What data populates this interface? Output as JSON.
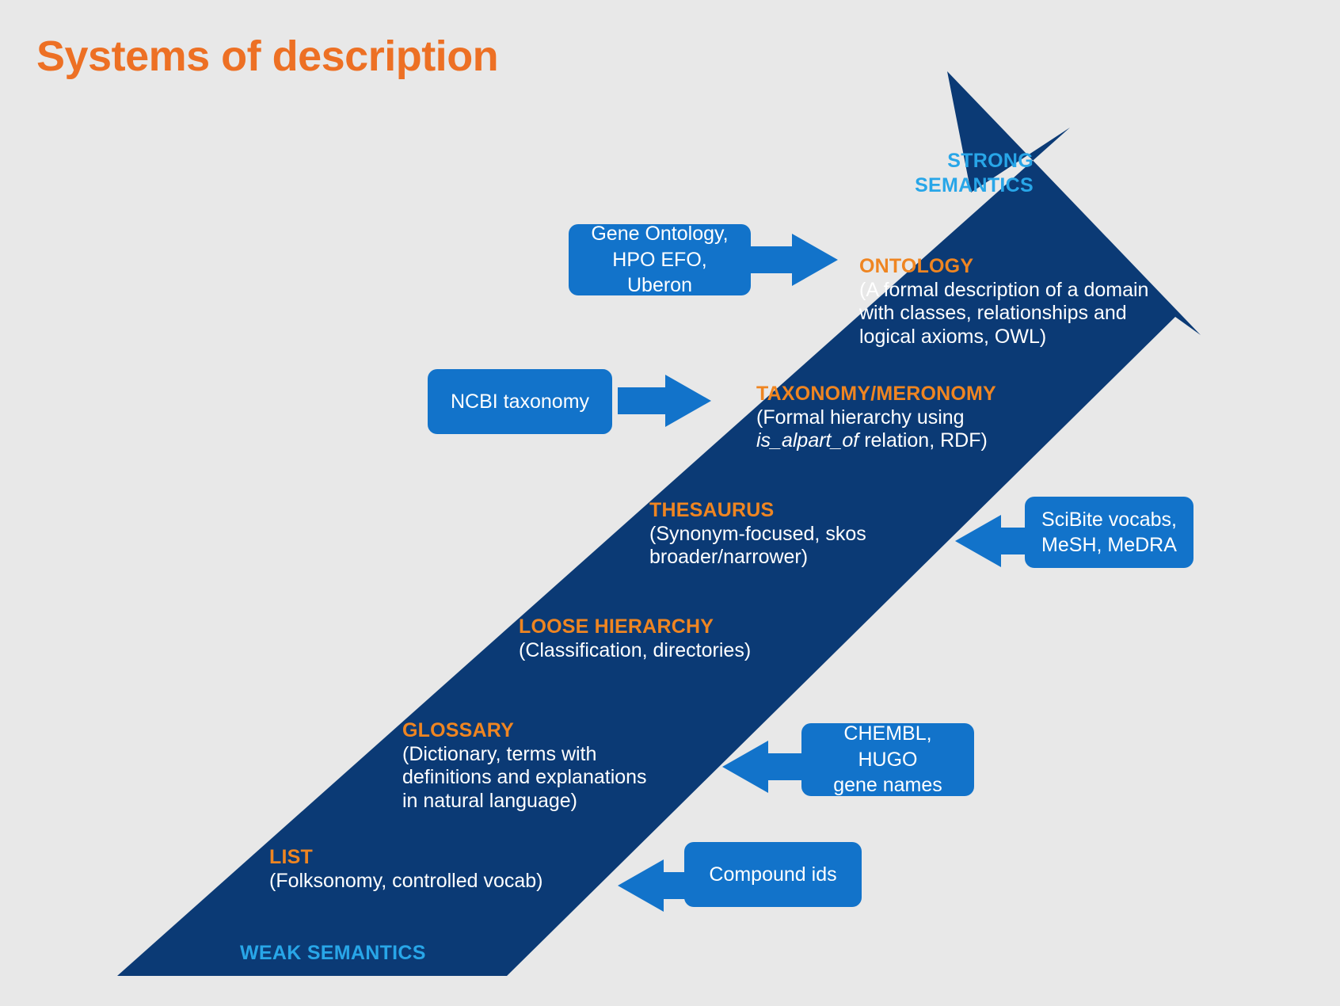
{
  "page": {
    "title": "Systems of description",
    "background_color": "#e8e8e8",
    "title_color": "#ed7024",
    "arrow_color": "#0b3a75",
    "accent_orange": "#ef8521",
    "accent_light_blue": "#28a6e8",
    "callout_blue": "#1273ca"
  },
  "semantics": {
    "strong_line1": "STRONG",
    "strong_line2": "SEMANTICS",
    "weak": "WEAK SEMANTICS"
  },
  "levels": [
    {
      "id": "ontology",
      "term": "ONTOLOGY",
      "desc_line1": "(A formal description of a domain",
      "desc_line2": "with classes, relationships and",
      "desc_line3": "logical axioms, OWL)"
    },
    {
      "id": "taxonomy",
      "term": "TAXONOMY/MERONOMY",
      "desc_line1": "(Formal hierarchy using",
      "desc_italic": "is_alpart_of",
      "desc_line2_rest": " relation, RDF)"
    },
    {
      "id": "thesaurus",
      "term": "THESAURUS",
      "desc_line1": "(Synonym-focused, skos",
      "desc_line2": "broader/narrower)"
    },
    {
      "id": "loose-hierarchy",
      "term": "LOOSE HIERARCHY",
      "desc_line1": "(Classification, directories)"
    },
    {
      "id": "glossary",
      "term": "GLOSSARY",
      "desc_line1": "(Dictionary, terms with",
      "desc_line2": "definitions and explanations",
      "desc_line3": "in natural language)"
    },
    {
      "id": "list",
      "term": "LIST",
      "desc_line1": "(Folksonomy, controlled vocab)"
    }
  ],
  "callouts": [
    {
      "id": "gene-ontology",
      "text": "Gene Ontology,\nHPO EFO, Uberon",
      "direction": "right"
    },
    {
      "id": "ncbi-taxonomy",
      "text": "NCBI taxonomy",
      "direction": "right"
    },
    {
      "id": "scibite-vocabs",
      "text": "SciBite vocabs,\nMeSH, MeDRA",
      "direction": "left"
    },
    {
      "id": "chembl-hugo",
      "text": "CHEMBL, HUGO\ngene names",
      "direction": "left"
    },
    {
      "id": "compound-ids",
      "text": "Compound ids",
      "direction": "left"
    }
  ]
}
